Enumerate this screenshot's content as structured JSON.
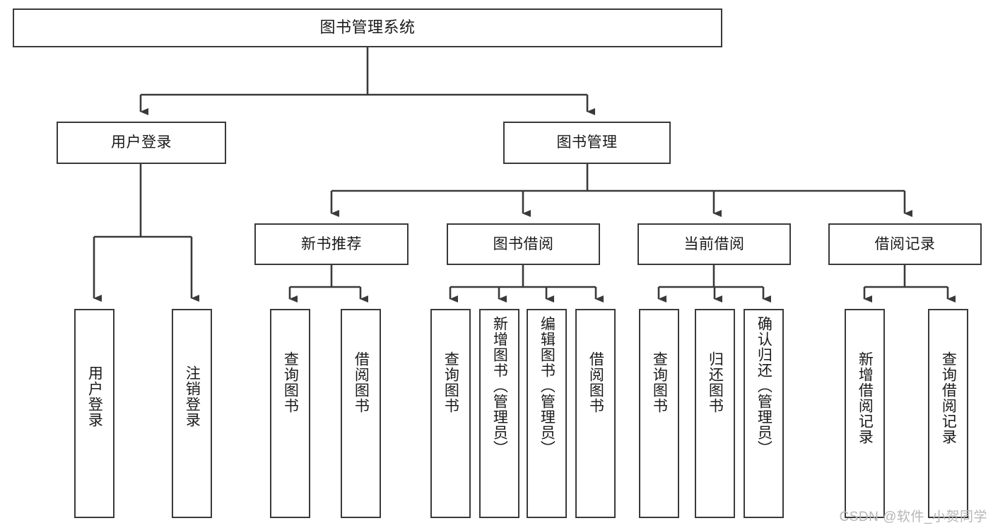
{
  "diagram": {
    "title": "图书管理系统",
    "type": "hierarchy-tree",
    "watermark": "CSDN @软件_小贺同学",
    "levels": {
      "root": {
        "label": "图书管理系统"
      },
      "level2": [
        {
          "id": "user-login",
          "label": "用户登录"
        },
        {
          "id": "book-manage",
          "label": "图书管理"
        }
      ],
      "level3": [
        {
          "id": "new-book-recommend",
          "label": "新书推荐"
        },
        {
          "id": "book-borrow",
          "label": "图书借阅"
        },
        {
          "id": "current-borrow",
          "label": "当前借阅"
        },
        {
          "id": "borrow-record",
          "label": "借阅记录"
        }
      ],
      "leaves": [
        {
          "id": "leaf-user-login",
          "label": "用户登录",
          "parent": "user-login"
        },
        {
          "id": "leaf-logout",
          "label": "注销登录",
          "parent": "user-login"
        },
        {
          "id": "leaf-query-book-1",
          "label": "查询图书",
          "parent": "new-book-recommend"
        },
        {
          "id": "leaf-borrow-book-1",
          "label": "借阅图书",
          "parent": "new-book-recommend"
        },
        {
          "id": "leaf-query-book-2",
          "label": "查询图书",
          "parent": "book-borrow"
        },
        {
          "id": "leaf-add-book",
          "label": "新增图书（管理员）",
          "parent": "book-borrow"
        },
        {
          "id": "leaf-edit-book",
          "label": "编辑图书（管理员）",
          "parent": "book-borrow"
        },
        {
          "id": "leaf-borrow-book-2",
          "label": "借阅图书",
          "parent": "book-borrow"
        },
        {
          "id": "leaf-query-book-3",
          "label": "查询图书",
          "parent": "current-borrow"
        },
        {
          "id": "leaf-return-book",
          "label": "归还图书",
          "parent": "current-borrow"
        },
        {
          "id": "leaf-confirm-return",
          "label": "确认归还（管理员）",
          "parent": "current-borrow"
        },
        {
          "id": "leaf-add-record",
          "label": "新增借阅记录",
          "parent": "borrow-record"
        },
        {
          "id": "leaf-query-record",
          "label": "查询借阅记录",
          "parent": "borrow-record"
        }
      ]
    },
    "colors": {
      "stroke": "#3a3a3a",
      "text": "#1a1a1a",
      "background": "#ffffff",
      "watermark": "#b6b6b6"
    }
  }
}
